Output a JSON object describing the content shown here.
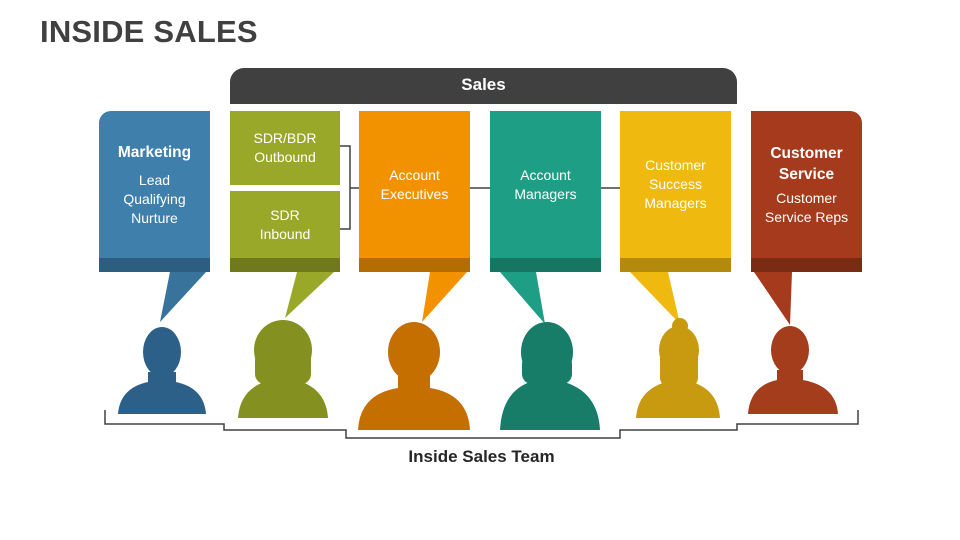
{
  "title": "INSIDE SALES",
  "sales_header": "Sales",
  "team_label": "Inside Sales Team",
  "colors": {
    "marketing": "#3f7fab",
    "sdr": "#9aa829",
    "account_exec": "#f39200",
    "account_mgr": "#1e9e84",
    "csm": "#efb90f",
    "cs": "#a53b1c",
    "dark": "#404040"
  },
  "boxes": {
    "marketing": {
      "title": "Marketing",
      "lines": [
        "Lead",
        "Qualifying",
        "Nurture"
      ]
    },
    "sdr_outbound": {
      "lines": [
        "SDR/BDR",
        "Outbound"
      ]
    },
    "sdr_inbound": {
      "lines": [
        "SDR",
        "Inbound"
      ]
    },
    "account_executives": {
      "lines": [
        "Account",
        "Executives"
      ]
    },
    "account_managers": {
      "lines": [
        "Account",
        "Managers"
      ]
    },
    "customer_success": {
      "lines": [
        "Customer",
        "Success",
        "Managers"
      ]
    },
    "customer_service": {
      "title_lines": [
        "Customer",
        "Service"
      ],
      "lines": [
        "Customer",
        "Service Reps"
      ]
    }
  },
  "people_icons": [
    "male-person-icon",
    "female-person-icon",
    "male-person-icon",
    "female-person-icon",
    "female-person-icon",
    "male-person-icon"
  ]
}
